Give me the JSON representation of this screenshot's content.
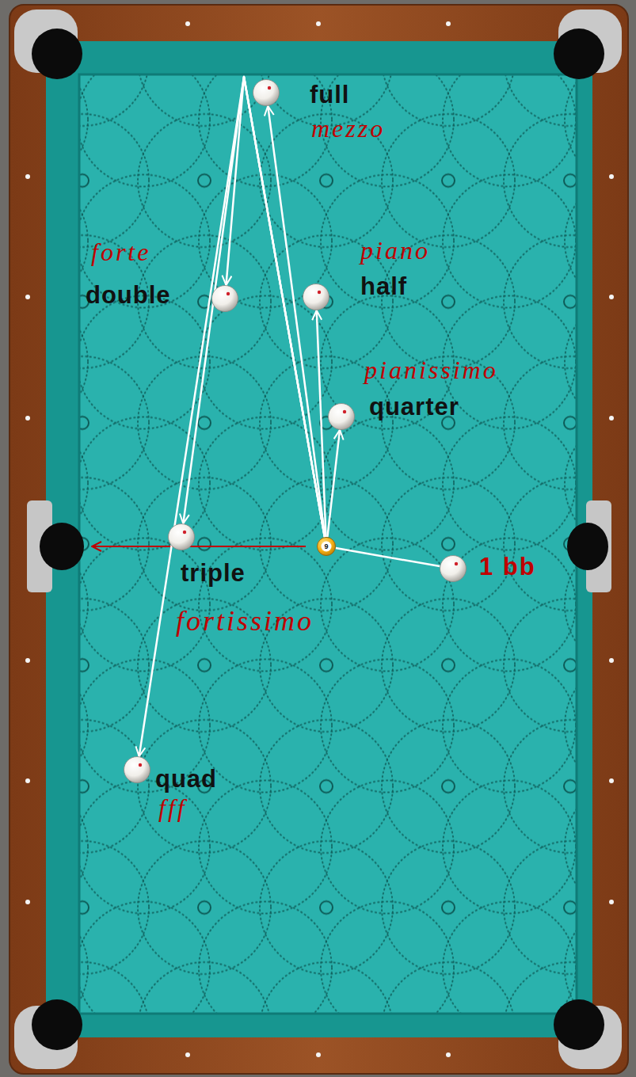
{
  "diagram": {
    "nodes": [
      {
        "text": [
          "full",
          "mezzo"
        ]
      },
      {
        "text": [
          "forte",
          "double"
        ]
      },
      {
        "text": [
          "piano",
          "half"
        ]
      },
      {
        "text": [
          "pianissimo",
          "quarter"
        ]
      },
      {
        "text": [
          "triple",
          "fortissimo"
        ]
      },
      {
        "text": [
          "9"
        ]
      },
      {
        "text": [
          "1 bb"
        ]
      },
      {
        "text": [
          "quad",
          "fff"
        ]
      }
    ],
    "edges": [
      {
        "from": 6,
        "to": 5,
        "arrow": "none"
      },
      {
        "from": 5,
        "to": 3,
        "arrow": "to"
      },
      {
        "from": 5,
        "to": 2,
        "arrow": "to"
      },
      {
        "from": 5,
        "to": 0,
        "arrow": "to"
      },
      {
        "from": 5,
        "to": 1,
        "arrow": "to"
      },
      {
        "from": 5,
        "to": 4,
        "arrow": "to"
      },
      {
        "from": 5,
        "to": 7,
        "arrow": "to"
      }
    ]
  }
}
